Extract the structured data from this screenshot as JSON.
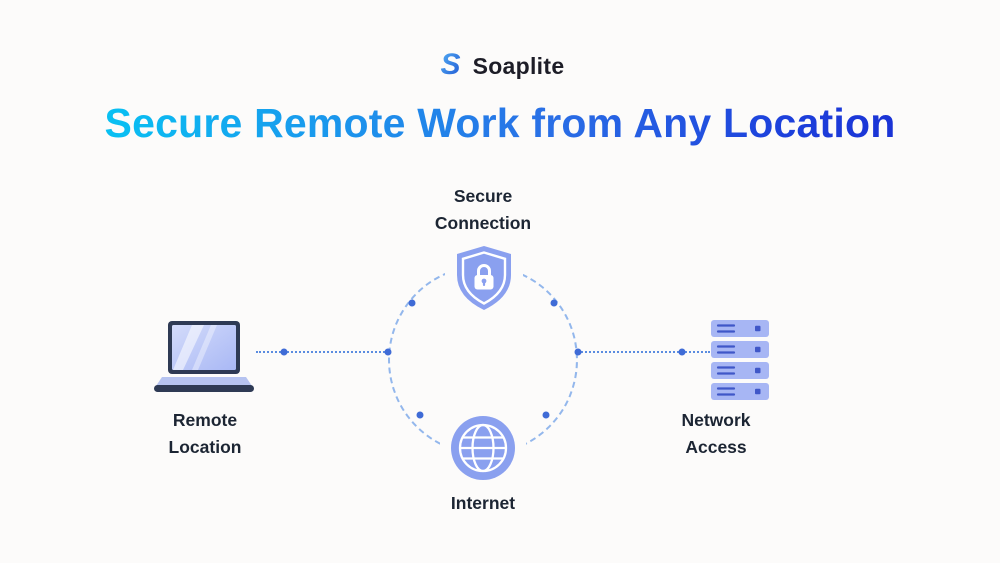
{
  "logo": {
    "brand": "Soaplite",
    "icon": "soaplite-s-logo-icon"
  },
  "title": "Secure Remote Work from Any Location",
  "diagram": {
    "nodes": {
      "remote_location": {
        "label": "Remote\nLocation",
        "icon": "laptop-icon"
      },
      "secure_connection": {
        "label": "Secure\nConnection",
        "icon": "shield-lock-icon"
      },
      "internet": {
        "label": "Internet",
        "icon": "globe-icon"
      },
      "network_access": {
        "label": "Network\nAccess",
        "icon": "server-stack-icon"
      }
    },
    "hub_shape": "dashed-circle",
    "connectors": [
      "remote-location-to-hub",
      "hub-to-network-access"
    ]
  },
  "colors": {
    "background": "#fcfbfa",
    "title_gradient_start": "#00d4f5",
    "title_gradient_end": "#1726cf",
    "icon_primary": "#8aa0ef",
    "icon_secondary": "#a7b6f4",
    "icon_detail": "#3f57c8",
    "connector_line": "#5b8ce0",
    "connector_dot": "#3f6bd6",
    "label_text": "#1c2533",
    "brand_text": "#1d1d27"
  }
}
